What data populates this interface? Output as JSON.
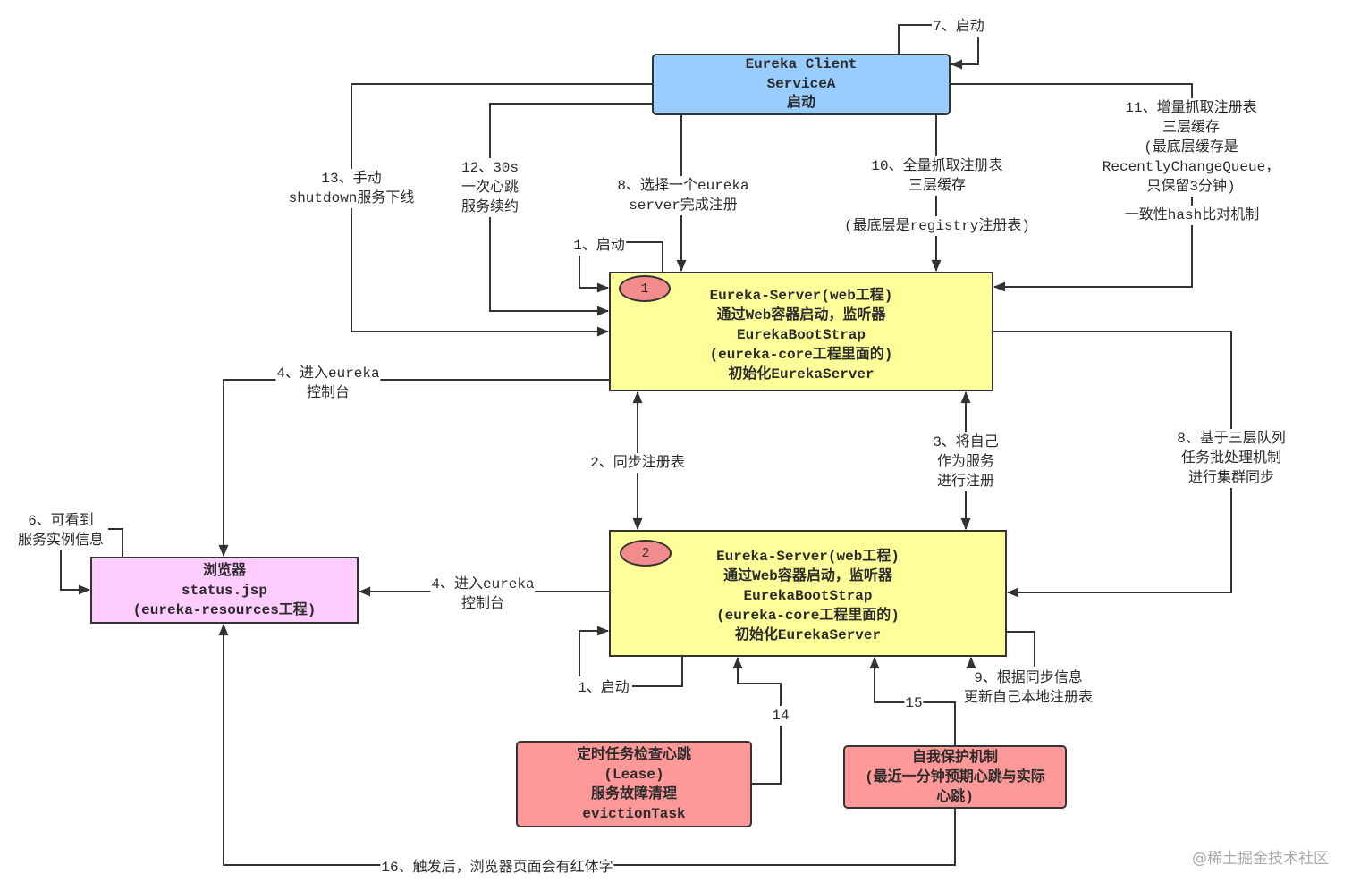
{
  "colors": {
    "client_fill": "#99ccff",
    "server_fill": "#ffff99",
    "browser_fill": "#ffccff",
    "task_fill": "#ff9999",
    "badge_fill": "#f28c8c",
    "line": "#333333"
  },
  "nodes": {
    "client": {
      "text": "Eureka Client\nServiceA\n启动"
    },
    "server1": {
      "badge": "1",
      "text": "Eureka-Server(web工程)\n通过Web容器启动，监听器\nEurekaBootStrap\n(eureka-core工程里面的)\n初始化EurekaServer"
    },
    "server2": {
      "badge": "2",
      "text": "Eureka-Server(web工程)\n通过Web容器启动，监听器\nEurekaBootStrap\n(eureka-core工程里面的)\n初始化EurekaServer"
    },
    "browser": {
      "text": "浏览器\nstatus.jsp\n(eureka-resources工程)"
    },
    "eviction_task": {
      "text": "定时任务检查心跳\n(Lease)\n服务故障清理\nevictionTask"
    },
    "self_protection": {
      "text": "自我保护机制\n(最近一分钟预期心跳与实际\n心跳)"
    }
  },
  "edges": {
    "e7_client_start": "7、启动",
    "e13_shutdown": "13、手动\nshutdown服务下线",
    "e12_heartbeat": "12、30s\n一次心跳\n服务续约",
    "e8_register": "8、选择一个eureka\nserver完成注册",
    "e10_full_fetch": "10、全量抓取注册表\n三层缓存",
    "e10_note": "(最底层是registry注册表)",
    "e11_delta_fetch": "11、增量抓取注册表\n三层缓存\n(最底层缓存是\nRecentlyChangeQueue，只保留3分钟)",
    "e11_note": "一致性hash比对机制",
    "e1_server1_start": "1、启动",
    "e4_server1_console": "4、进入eureka\n控制台",
    "e2_sync_registry": "2、同步注册表",
    "e3_self_register": "3、将自己\n作为服务\n进行注册",
    "e8_cluster_sync": "8、基于三层队列\n任务批处理机制\n进行集群同步",
    "e6_view_instances": "6、可看到\n服务实例信息",
    "e4_server2_console": "4、进入eureka\n控制台",
    "e1_server2_start": "1、启动",
    "e9_update_local": "9、根据同步信息\n更新自己本地注册表",
    "e14": "14",
    "e15": "15",
    "e16_red_text": "16、触发后，浏览器页面会有红体字"
  },
  "watermark": "@稀土掘金技术社区"
}
